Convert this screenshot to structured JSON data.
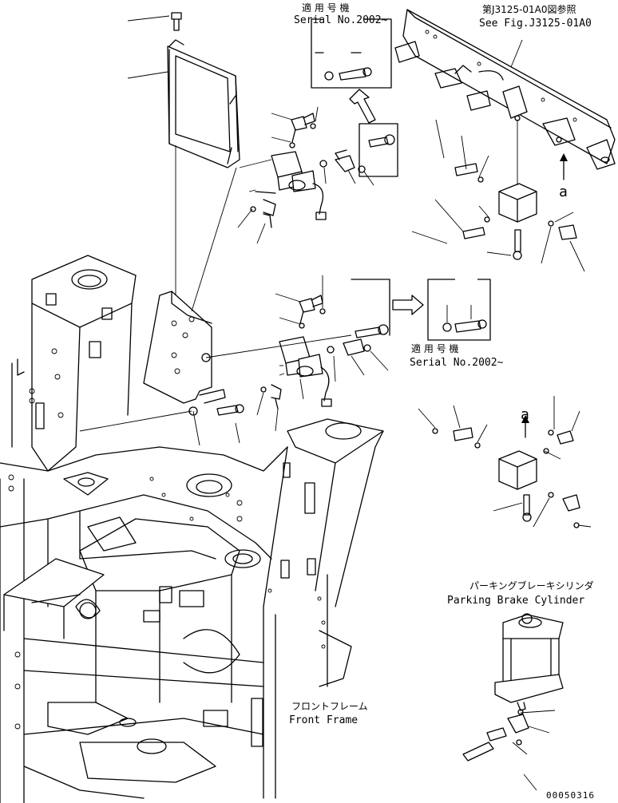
{
  "labels": {
    "serial_top_jp": "適 用 号 機",
    "serial_top_en": "Serial No.2002~",
    "serial_mid_jp": "適 用 号 機",
    "serial_mid_en": "Serial No.2002~",
    "fig_ref_jp": "第J3125-01A0図参照",
    "fig_ref_en": "See Fig.J3125-01A0",
    "callout_a_top": "a",
    "callout_a_mid": "a",
    "parking_jp": "パーキングブレーキシリンダ",
    "parking_en": "Parking Brake Cylinder",
    "front_frame_jp": "フロントフレーム",
    "front_frame_en": "Front Frame",
    "drawing_id": "00050316"
  }
}
